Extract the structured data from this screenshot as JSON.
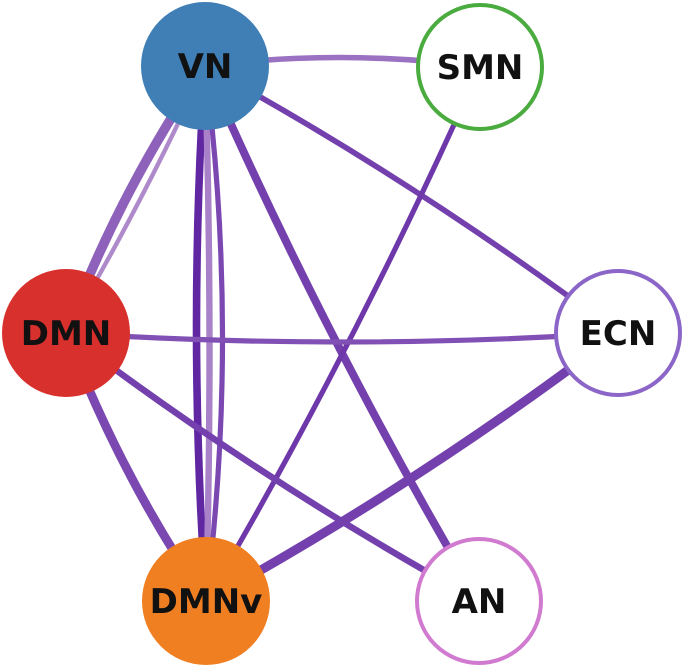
{
  "nodes": [
    {
      "id": "VN",
      "label": "VN",
      "filled": true,
      "color": "#3f7fb6"
    },
    {
      "id": "SMN",
      "label": "SMN",
      "filled": false,
      "color": "#4aab3e"
    },
    {
      "id": "ECN",
      "label": "ECN",
      "filled": false,
      "color": "#8b66c8"
    },
    {
      "id": "AN",
      "label": "AN",
      "filled": false,
      "color": "#d07ad0"
    },
    {
      "id": "DMNv",
      "label": "DMNv",
      "filled": true,
      "color": "#f07f22"
    },
    {
      "id": "DMN",
      "label": "DMN",
      "filled": true,
      "color": "#d8302d"
    }
  ],
  "edges": [
    {
      "source": "VN",
      "target": "SMN",
      "weight": 0.45,
      "shade": 0.5
    },
    {
      "source": "VN",
      "target": "DMN",
      "weight": 0.95,
      "shade": 0.6
    },
    {
      "source": "VN",
      "target": "DMN",
      "weight": 0.3,
      "shade": 0.35
    },
    {
      "source": "VN",
      "target": "DMNv",
      "weight": 0.7,
      "shade": 0.95
    },
    {
      "source": "VN",
      "target": "DMNv",
      "weight": 0.55,
      "shade": 0.4
    },
    {
      "source": "VN",
      "target": "DMNv",
      "weight": 0.4,
      "shade": 0.75
    },
    {
      "source": "VN",
      "target": "ECN",
      "weight": 0.45,
      "shade": 0.8
    },
    {
      "source": "VN",
      "target": "AN",
      "weight": 0.75,
      "shade": 0.8
    },
    {
      "source": "SMN",
      "target": "DMNv",
      "weight": 0.4,
      "shade": 0.85
    },
    {
      "source": "DMN",
      "target": "ECN",
      "weight": 0.4,
      "shade": 0.7
    },
    {
      "source": "DMN",
      "target": "AN",
      "weight": 0.55,
      "shade": 0.8
    },
    {
      "source": "DMN",
      "target": "DMNv",
      "weight": 0.85,
      "shade": 0.75
    },
    {
      "source": "ECN",
      "target": "DMNv",
      "weight": 0.9,
      "shade": 0.8
    }
  ],
  "edge_colors": {
    "dark": "#5a1fa0",
    "light": "#dcc3e2"
  }
}
